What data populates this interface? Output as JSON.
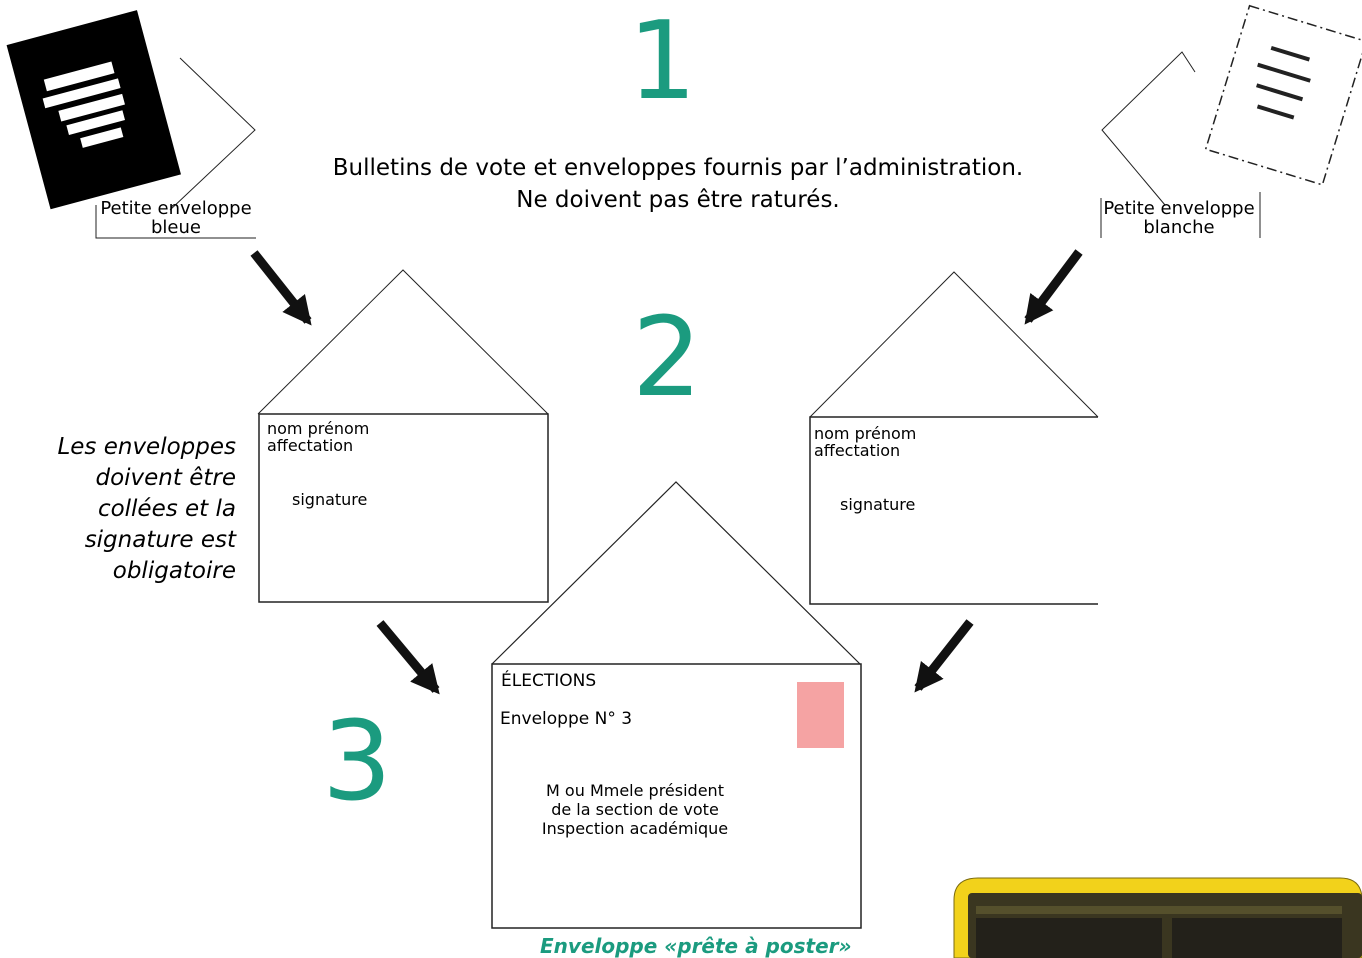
{
  "steps": {
    "one": "1",
    "two": "2",
    "three": "3"
  },
  "intro": {
    "line1": "Bulletins de vote et enveloppes fournis par l’administration.",
    "line2": "Ne doivent pas être raturés."
  },
  "blue_envelope": {
    "line1": "Petite enveloppe",
    "line2": "bleue"
  },
  "white_envelope": {
    "line1": "Petite enveloppe",
    "line2": "blanche"
  },
  "inner_envelope": {
    "name": "nom prénom",
    "assignment": "affectation",
    "signature": "signature"
  },
  "side_note": {
    "line1": "Les enveloppes",
    "line2": "doivent être",
    "line3": "collées et la",
    "line4": "signature est",
    "line5": "obligatoire"
  },
  "outer_envelope": {
    "title": "ÉLECTIONS",
    "number": "Enveloppe N° 3",
    "address1": "M ou Mmele président",
    "address2": "de la section de vote",
    "address3": "Inspection académique"
  },
  "caption": "Enveloppe «prête à poster»",
  "colors": {
    "accent": "#1b9b7f",
    "stamp": "#f5a3a3",
    "mailbox": "#f2d21b"
  },
  "icons": [
    "ballot-paper-icon",
    "arrow-icon",
    "stamp-icon",
    "mailbox-icon"
  ]
}
